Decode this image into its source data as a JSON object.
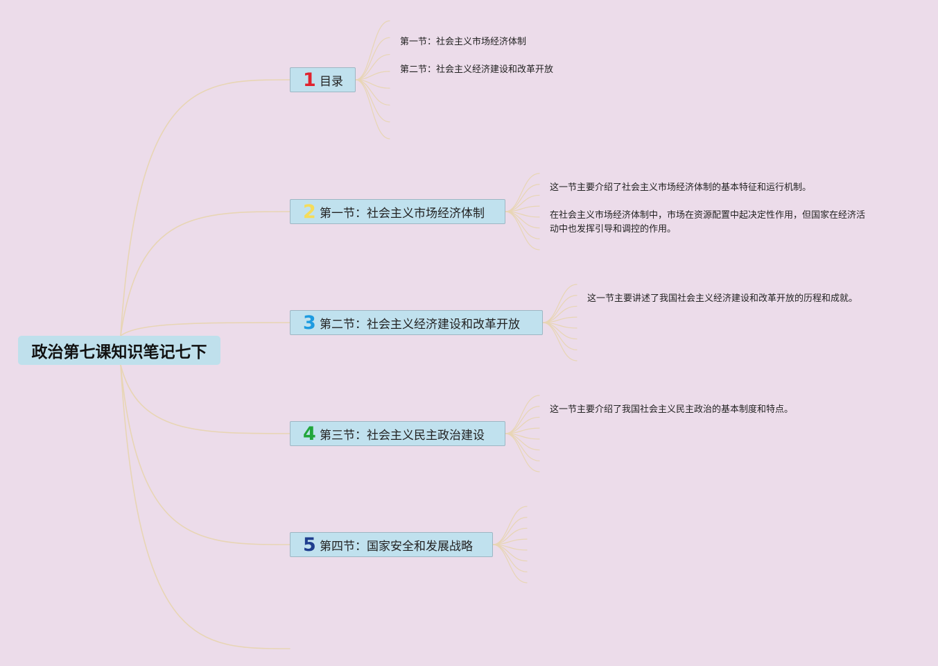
{
  "root": {
    "label": "政治第七课知识笔记七下"
  },
  "branches": [
    {
      "num": "1",
      "num_color": "#e0242f",
      "label": "目录",
      "leaves": [
        "第一节：社会主义市场经济体制",
        "第二节：社会主义经济建设和改革开放"
      ]
    },
    {
      "num": "2",
      "num_color": "#f5dc5a",
      "label": "第一节：社会主义市场经济体制",
      "leaves": [
        "这一节主要介绍了社会主义市场经济体制的基本特征和运行机制。",
        "在社会主义市场经济体制中，市场在资源配置中起决定性作用，但国家在经济活\n动中也发挥引导和调控的作用。"
      ]
    },
    {
      "num": "3",
      "num_color": "#1d9be0",
      "label": "第二节：社会主义经济建设和改革开放",
      "leaves": [
        "这一节主要讲述了我国社会主义经济建设和改革开放的历程和成就。"
      ]
    },
    {
      "num": "4",
      "num_color": "#21a63b",
      "label": "第三节：社会主义民主政治建设",
      "leaves": [
        "这一节主要介绍了我国社会主义民主政治的基本制度和特点。"
      ]
    },
    {
      "num": "5",
      "num_color": "#1f3e8e",
      "label": "第四节：国家安全和发展战略",
      "leaves": []
    }
  ],
  "colors": {
    "background": "#ecdcea",
    "node_fill": "#c0e1ee",
    "node_border": "#9db6c3",
    "connector": "#e8d5b4"
  }
}
